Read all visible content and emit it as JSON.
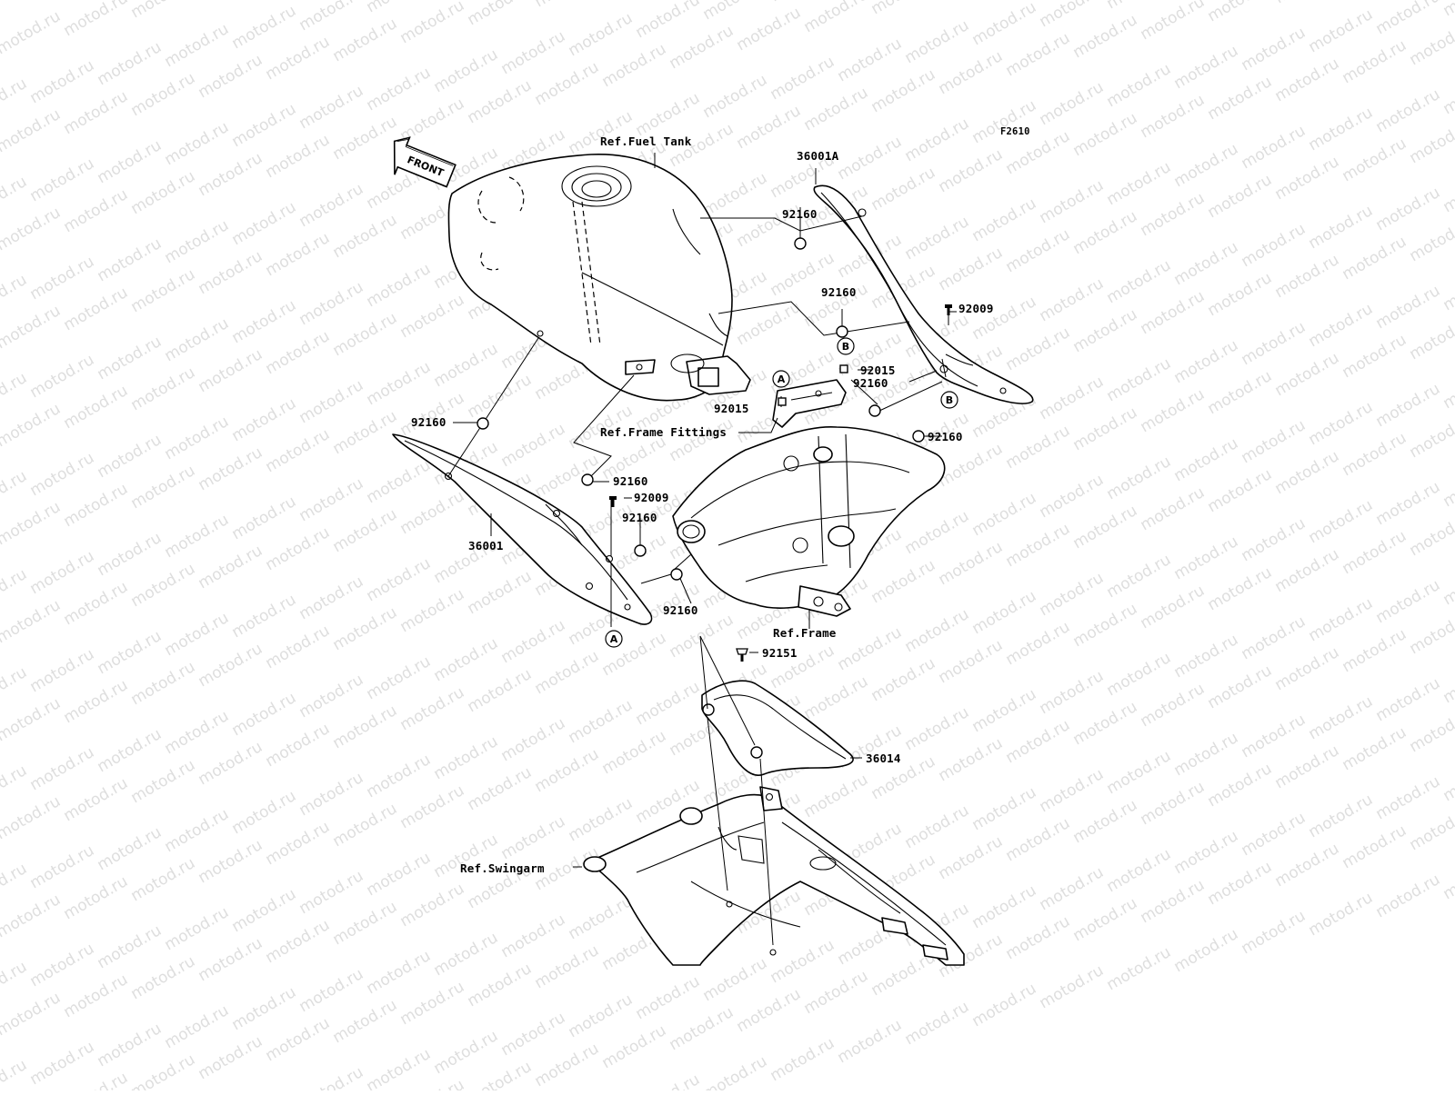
{
  "diagram": {
    "code": "F2610",
    "front_badge": "FRONT",
    "watermark": "motod.ru",
    "labels": [
      {
        "id": "ref-fuel-tank",
        "text": "Ref.Fuel Tank"
      },
      {
        "id": "36001A",
        "text": "36001A"
      },
      {
        "id": "92160-top",
        "text": "92160"
      },
      {
        "id": "92160-mid-right",
        "text": "92160"
      },
      {
        "id": "92009-right",
        "text": "92009"
      },
      {
        "id": "92015-right",
        "text": "92015"
      },
      {
        "id": "92160-right-inner",
        "text": "92160"
      },
      {
        "id": "92015-left",
        "text": "92015"
      },
      {
        "id": "ref-frame-fittings",
        "text": "Ref.Frame Fittings"
      },
      {
        "id": "92160-far-right",
        "text": "92160"
      },
      {
        "id": "92160-left",
        "text": "92160"
      },
      {
        "id": "92160-cover-top",
        "text": "92160"
      },
      {
        "id": "92009-left",
        "text": "92009"
      },
      {
        "id": "92160-cover-mid",
        "text": "92160"
      },
      {
        "id": "36001",
        "text": "36001"
      },
      {
        "id": "92160-bottom",
        "text": "92160"
      },
      {
        "id": "ref-frame",
        "text": "Ref.Frame"
      },
      {
        "id": "92151",
        "text": "92151"
      },
      {
        "id": "36014",
        "text": "36014"
      },
      {
        "id": "ref-swingarm",
        "text": "Ref.Swingarm"
      }
    ],
    "callouts": [
      {
        "id": "A-top",
        "text": "A"
      },
      {
        "id": "B-top",
        "text": "B"
      },
      {
        "id": "B-right",
        "text": "B"
      },
      {
        "id": "A-bottom",
        "text": "A"
      }
    ]
  }
}
